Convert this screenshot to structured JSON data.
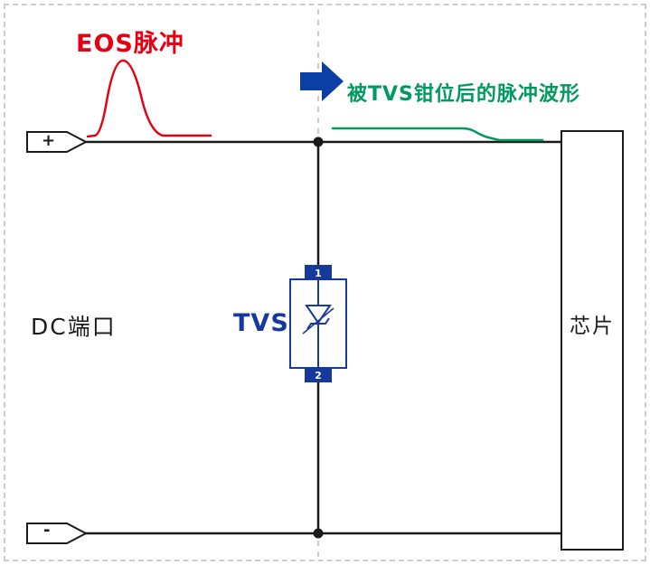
{
  "diagram": {
    "title_implicit": "TVS clamping circuit diagram",
    "eos_label": "EOS脉冲",
    "clamped_label": "被TVS钳位后的脉冲波形",
    "dc_port_label": "DC端口",
    "tvs_label": "TVS",
    "chip_label": "芯片",
    "plus_terminal": "+",
    "minus_terminal": "-",
    "tvs_pin1": "1",
    "tvs_pin2": "2"
  },
  "colors": {
    "pulse_red": "#e60012",
    "clamped_green": "#009a5e",
    "tvs_blue": "#16399c",
    "arrow_blue": "#0b3fa5",
    "wire_black": "#1a1a1a",
    "dashed_gray": "#cccccc"
  }
}
